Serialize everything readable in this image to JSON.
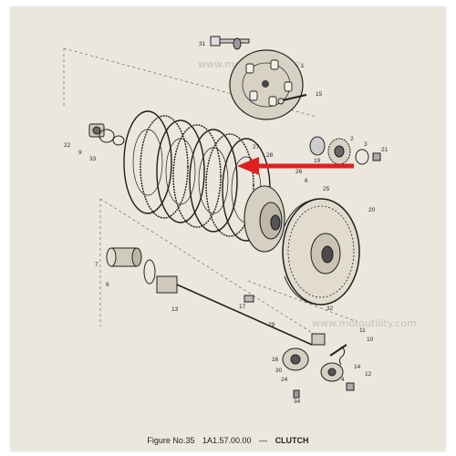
{
  "watermark": "www.motoutility.com",
  "caption": {
    "figure": "Figure No.35",
    "code": "1A1.57.00.00",
    "dash": "—",
    "title": "CLUTCH"
  },
  "callouts": {
    "c31": "31",
    "c1": "1",
    "c15": "15",
    "c22": "22",
    "c9": "9",
    "c33": "33",
    "c2": "2",
    "c3": "3",
    "c21": "21",
    "c27": "27",
    "c28": "28",
    "c19": "19",
    "c26": "26",
    "c6": "6",
    "c25": "25",
    "c20": "20",
    "c7": "7",
    "c8": "8",
    "c17": "17",
    "c13": "13",
    "c29": "29",
    "c32": "32",
    "c10": "10",
    "c11": "11",
    "c16": "16",
    "c30": "30",
    "c24": "24",
    "c14": "14",
    "c12": "12",
    "c34": "34",
    "c4": "4"
  },
  "colors": {
    "paper": "#ece7dc",
    "ink": "#2a2a2a",
    "arrow": "#e0201f"
  }
}
